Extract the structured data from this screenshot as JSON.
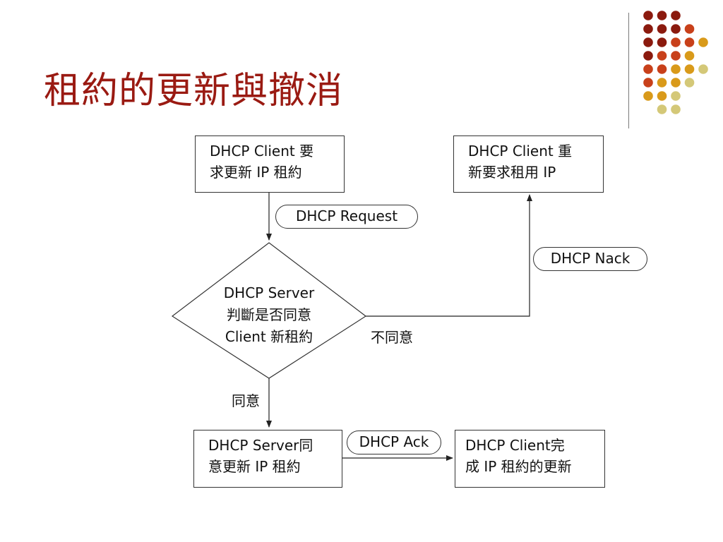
{
  "slide": {
    "title": "租約的更新與撤消"
  },
  "decoration": {
    "colors": [
      "#8b1a0e",
      "#c8401a",
      "#d99a1a",
      "#d4c878"
    ]
  },
  "diagram": {
    "client_request_box": {
      "line1": "DHCP Client 要",
      "line2": "求更新 IP 租約"
    },
    "client_rerequest_box": {
      "line1": "DHCP Client 重",
      "line2": "新要求租用 IP"
    },
    "decision": {
      "line1": "DHCP Server",
      "line2": "判斷是否同意",
      "line3": "Client 新租約"
    },
    "server_agree_box": {
      "line1": "DHCP Server同",
      "line2": "意更新 IP 租約"
    },
    "client_complete_box": {
      "line1": "DHCP Client完",
      "line2": "成 IP 租約的更新"
    },
    "messages": {
      "request": "DHCP Request",
      "nack": "DHCP Nack",
      "ack": "DHCP Ack"
    },
    "branch_labels": {
      "disagree": "不同意",
      "agree": "同意"
    }
  }
}
